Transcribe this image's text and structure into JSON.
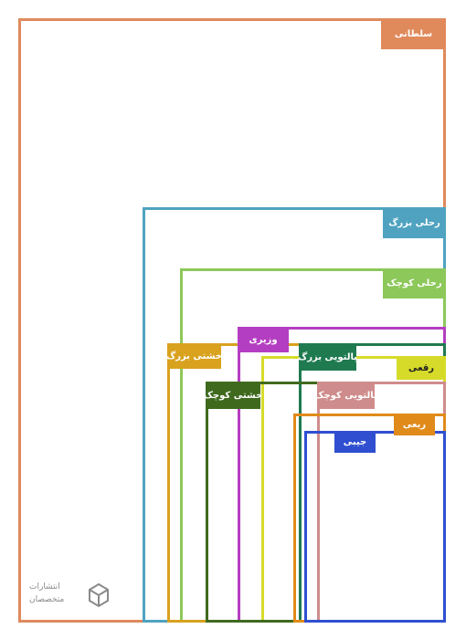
{
  "formats": [
    {
      "id": "soltani",
      "label": "سلطانی",
      "color": "#E08A5C",
      "text_color": "#ffffff"
    },
    {
      "id": "rahli-bozorg",
      "label": "رحلی بزرگ",
      "color": "#4FA3C0",
      "text_color": "#ffffff"
    },
    {
      "id": "rahli-kuchak",
      "label": "رحلی کوچک",
      "color": "#8CC85A",
      "text_color": "#ffffff"
    },
    {
      "id": "vaziri",
      "label": "وزیری",
      "color": "#B43EC1",
      "text_color": "#ffffff"
    },
    {
      "id": "kheshti-bozorg",
      "label": "خشتی بزرگ",
      "color": "#D9A21E",
      "text_color": "#ffffff"
    },
    {
      "id": "paltooyi-bozorg",
      "label": "پالتویی بزرگ",
      "color": "#1F7A50",
      "text_color": "#ffffff"
    },
    {
      "id": "roghi",
      "label": "رقعی",
      "color": "#D6DB2A",
      "text_color": "#222222"
    },
    {
      "id": "kheshti-kuchak",
      "label": "خشتی کوچک",
      "color": "#3F6A1E",
      "text_color": "#ffffff"
    },
    {
      "id": "paltooyi-kuchak",
      "label": "پالتویی کوچک",
      "color": "#CF8C8C",
      "text_color": "#ffffff"
    },
    {
      "id": "robi",
      "label": "ربعی",
      "color": "#E08A1A",
      "text_color": "#ffffff"
    },
    {
      "id": "jibi",
      "label": "جیبی",
      "color": "#2F4FD0",
      "text_color": "#ffffff"
    }
  ],
  "logo": {
    "line1": "انتشارات",
    "line2": "متخصصان",
    "color": "#8a8a8a"
  }
}
